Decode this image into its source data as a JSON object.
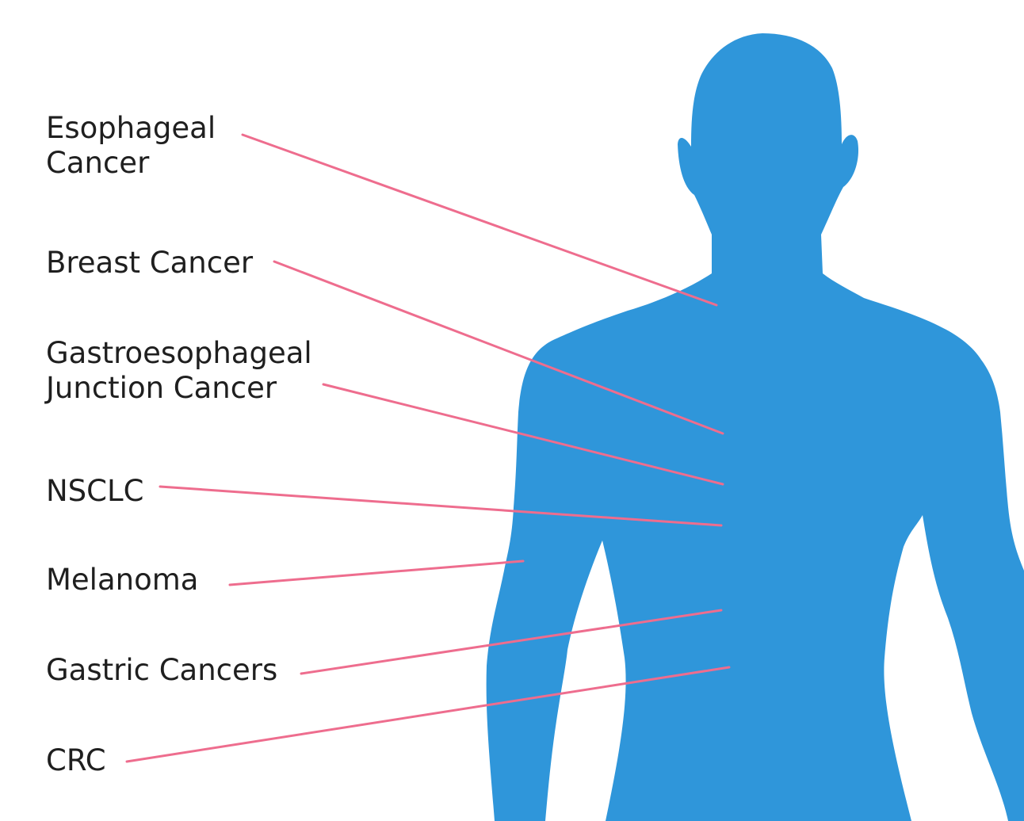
{
  "colors": {
    "silhouette": "#2F96DA",
    "leader_line": "#EE6D8E",
    "label_text": "#1F1F1F",
    "background": "#FFFFFF"
  },
  "figure": {
    "icon": "human-torso-silhouette-icon"
  },
  "labels": [
    {
      "id": "esophageal",
      "lines": [
        "Esophageal",
        "Cancer"
      ]
    },
    {
      "id": "breast",
      "lines": [
        "Breast Cancer"
      ]
    },
    {
      "id": "gej",
      "lines": [
        "Gastroesophageal",
        "Junction Cancer"
      ]
    },
    {
      "id": "nsclc",
      "lines": [
        "NSCLC"
      ]
    },
    {
      "id": "melanoma",
      "lines": [
        "Melanoma"
      ]
    },
    {
      "id": "gastric",
      "lines": [
        "Gastric Cancers"
      ]
    },
    {
      "id": "crc",
      "lines": [
        "CRC"
      ]
    }
  ]
}
